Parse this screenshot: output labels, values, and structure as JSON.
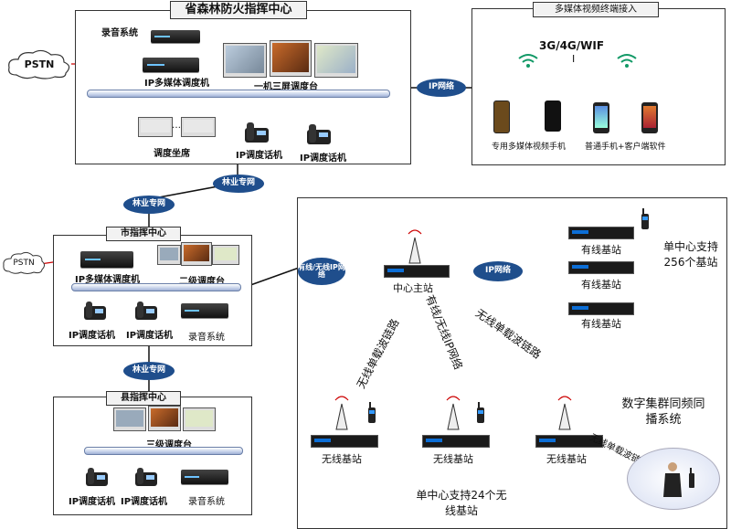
{
  "provincial_center": {
    "title": "省森林防火指挥中心",
    "recording_label": "录音系统",
    "ip_multimedia_label": "IP多媒体调度机",
    "triple_screen_label": "一机三屏调度台",
    "dispatch_seats_label": "调度坐席",
    "phone1_label": "IP调度话机",
    "phone2_label": "IP调度话机"
  },
  "pstn_top": "PSTN",
  "multimedia_access": {
    "title": "多媒体视频终端接入",
    "network_label": "3G/4G/WIF",
    "network_suffix": "I",
    "left_devices_label": "专用多媒体视频手机",
    "right_devices_label": "普通手机+客户端软件"
  },
  "links": {
    "ip_network_top": "IP网络",
    "forest_net_1": "林业专网",
    "forest_net_2": "林业专网",
    "forest_net_3": "林业专网",
    "wired_wireless": "有线/无线IP网络",
    "ip_network_right": "IP网络"
  },
  "city_center": {
    "title": "市指挥中心",
    "pstn": "PSTN",
    "ip_multimedia_label": "IP多媒体调度机",
    "dispatch_label": "二级调度台",
    "phone1_label": "IP调度话机",
    "phone2_label": "IP调度话机",
    "recording_label": "录音系统"
  },
  "county_center": {
    "title": "县指挥中心",
    "dispatch_label": "三级调度台",
    "phone1_label": "IP调度话机",
    "phone2_label": "IP调度话机",
    "recording_label": "录音系统"
  },
  "radio_system": {
    "central_station": "中心主站",
    "wired_stations": [
      "有线基站",
      "有线基站",
      "有线基站"
    ],
    "wired_support": "单中心支持256个基站",
    "wireless_stations": [
      "无线基站",
      "无线基站",
      "无线基站"
    ],
    "wireless_support": "单中心支持24个无线基站",
    "trunking_label": "数字集群同频同播系统",
    "link_left": "无线单载波链路",
    "link_mid": "有线/无线IP网络",
    "link_right": "无线单载波链路",
    "link_person": "无线单载波链路"
  }
}
